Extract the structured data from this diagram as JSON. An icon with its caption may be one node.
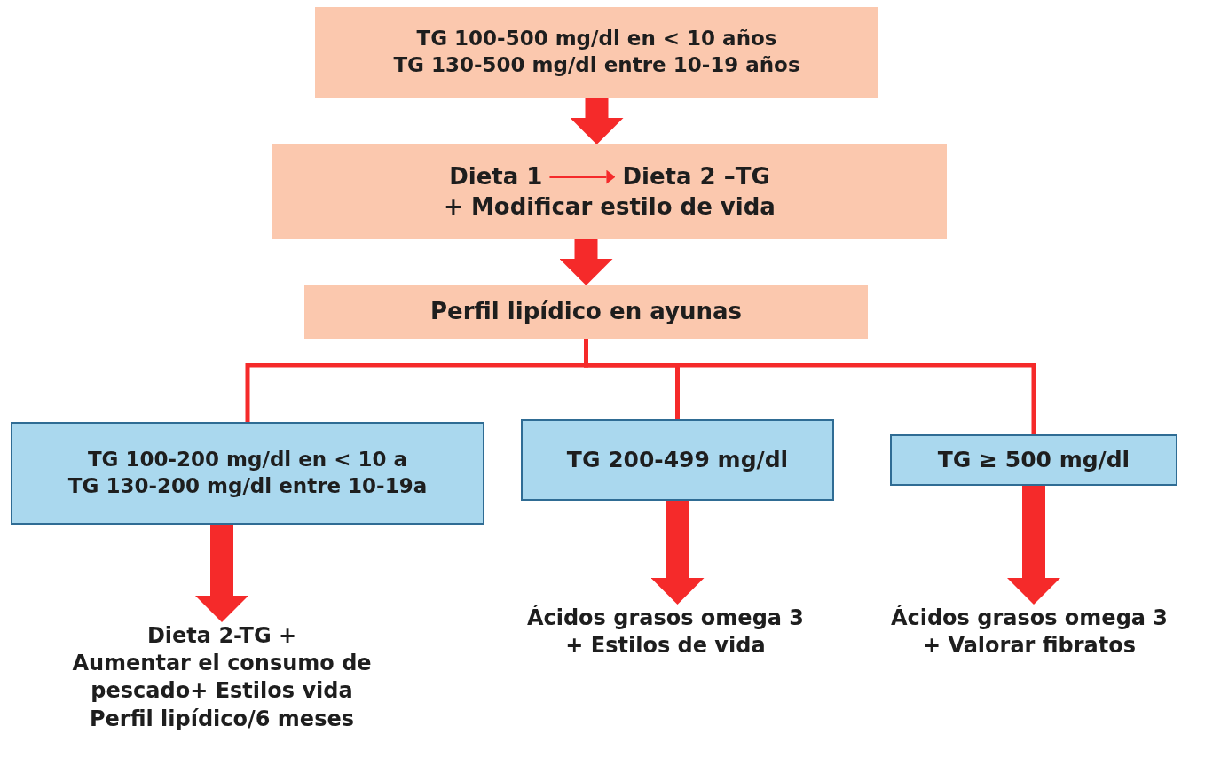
{
  "diagram": {
    "nodes": [
      {
        "text": [
          "TG 100-500 mg/dl en < 10 años",
          "TG 130-500 mg/dl entre 10-19 años"
        ]
      },
      {
        "text": [
          "+ Modificar estilo de vida"
        ]
      },
      {
        "text": [
          "Dieta 1"
        ],
        "in": 1
      },
      {
        "text": [
          "Dieta 2 –TG"
        ],
        "in": 1
      },
      {
        "text": [
          "Perfil lipídico en ayunas"
        ]
      },
      {
        "text": [
          "TG 100-200 mg/dl en < 10 a",
          "TG 130-200 mg/dl entre 10-19a"
        ]
      },
      {
        "text": [
          "TG 200-499 mg/dl"
        ]
      },
      {
        "text": [
          "TG ≥ 500 mg/dl"
        ]
      },
      {
        "text": [
          "Dieta 2-TG +",
          "Aumentar el consumo de pescado+ Estilos vida",
          "Perfil lipídico/6 meses"
        ]
      },
      {
        "text": [
          "Ácidos grasos omega 3",
          "+ Estilos de vida"
        ]
      },
      {
        "text": [
          "Ácidos grasos omega 3",
          "+ Valorar fibratos"
        ]
      }
    ],
    "edges": [
      {
        "from": 0,
        "to": 1,
        "arrow": "to"
      },
      {
        "from": 2,
        "to": 3,
        "arrow": "to"
      },
      {
        "from": 1,
        "to": 4,
        "arrow": "to"
      },
      {
        "from": 4,
        "to": 5,
        "arrow": "none"
      },
      {
        "from": 4,
        "to": 6,
        "arrow": "none"
      },
      {
        "from": 4,
        "to": 7,
        "arrow": "none"
      },
      {
        "from": 5,
        "to": 8,
        "arrow": "to"
      },
      {
        "from": 6,
        "to": 9,
        "arrow": "to"
      },
      {
        "from": 7,
        "to": 10,
        "arrow": "to"
      }
    ]
  }
}
